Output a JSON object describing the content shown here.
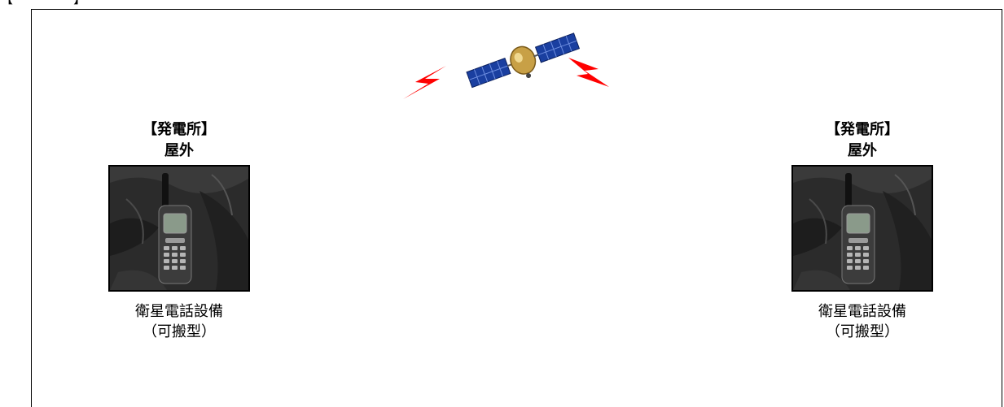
{
  "header": {
    "caption": "【 　 　　　】"
  },
  "stations": [
    {
      "title_line1": "【発電所】",
      "title_line2": "屋外",
      "equipment_line1": "衛星電話設備",
      "equipment_line2": "（可搬型）"
    },
    {
      "title_line1": "【発電所】",
      "title_line2": "屋外",
      "equipment_line1": "衛星電話設備",
      "equipment_line2": "（可搬型）"
    }
  ],
  "icons": {
    "satellite": "satellite-icon",
    "signal": "lightning-signal-icon",
    "phone": "satellite-phone-photo"
  },
  "colors": {
    "signal": "#ff0000",
    "panel": "#1a3fa0",
    "satellite_body": "#c8a046"
  }
}
